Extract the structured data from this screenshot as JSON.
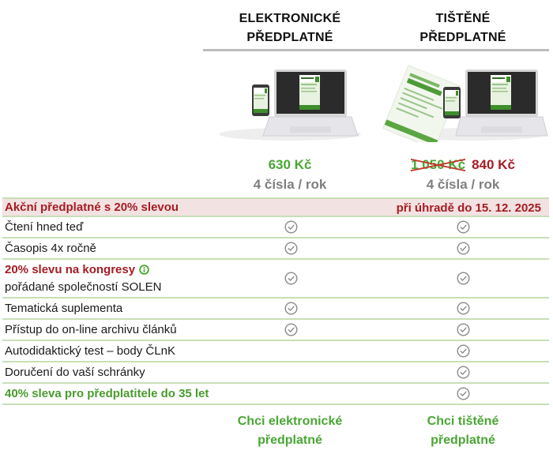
{
  "columns": {
    "electronic": {
      "title_line1": "ELEKTRONICKÉ",
      "title_line2": "PŘEDPLATNÉ",
      "image": "laptop-and-phone-image",
      "price": "630 Kč",
      "period": "4 čísla / rok",
      "cta_line1": "Chci elektronické",
      "cta_line2": "předplatné"
    },
    "print": {
      "title_line1": "TIŠTĚNÉ",
      "title_line2": "PŘEDPLATNÉ",
      "image": "magazine-laptop-and-phone-image",
      "old_price": "1 050 Kč",
      "price": "840 Kč",
      "period": "4 čísla / rok",
      "cta_line1": "Chci tištěné",
      "cta_line2": "předplatné"
    }
  },
  "promo": {
    "label": "Akční předplatné s 20% slevou",
    "note": "při úhradě do 15. 12. 2025"
  },
  "features": [
    {
      "label": "Čtení hned teď",
      "electronic": true,
      "print": true
    },
    {
      "label": "Časopis 4x ročně",
      "electronic": true,
      "print": true
    },
    {
      "label_highlight": "20% slevu na kongresy",
      "label": "pořádané společností SOLEN",
      "info_icon": "info-icon",
      "electronic": true,
      "print": true
    },
    {
      "label": "Tematická suplementa",
      "electronic": true,
      "print": true
    },
    {
      "label": "Přístup do on-line archivu článků",
      "electronic": true,
      "print": true
    },
    {
      "label": "Autodidaktický test – body ČLnK",
      "electronic": false,
      "print": true
    },
    {
      "label": "Doručení do vaší schránky",
      "electronic": false,
      "print": true
    },
    {
      "label": "40% sleva pro předplatitele do 35 let",
      "electronic": false,
      "print": true
    }
  ],
  "colors": {
    "green": "#4aa634",
    "red": "#a51c24",
    "promo_bg": "#f3e2e2",
    "separator": "#c7dfb6",
    "check": "#8a8a8a"
  }
}
